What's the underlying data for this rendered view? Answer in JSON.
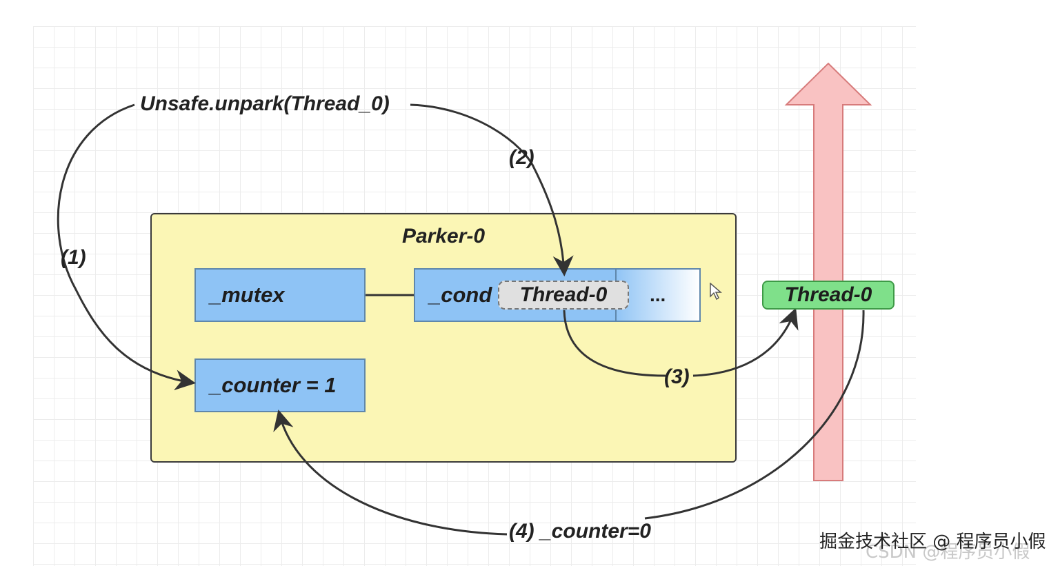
{
  "diagram": {
    "unpark_call": "Unsafe.unpark(Thread_0)",
    "steps": {
      "one": "(1)",
      "two": "(2)",
      "three": "(3)",
      "four": "(4) _counter=0"
    },
    "parker": {
      "title": "Parker-0",
      "mutex": "_mutex",
      "cond": "_cond",
      "queued_thread": "Thread-0",
      "ellipsis": "...",
      "counter": "_counter = 1"
    },
    "thread_badge": "Thread-0",
    "colors": {
      "parker_fill": "#fbf6b5",
      "field_fill": "#8ec3f5",
      "thread_fill": "#7fe08a",
      "arrow_fill": "#f9c2c2"
    }
  },
  "watermark": {
    "text": "掘金技术社区 @ 程序员小假",
    "ghost": "CSDN @程序员小假"
  }
}
